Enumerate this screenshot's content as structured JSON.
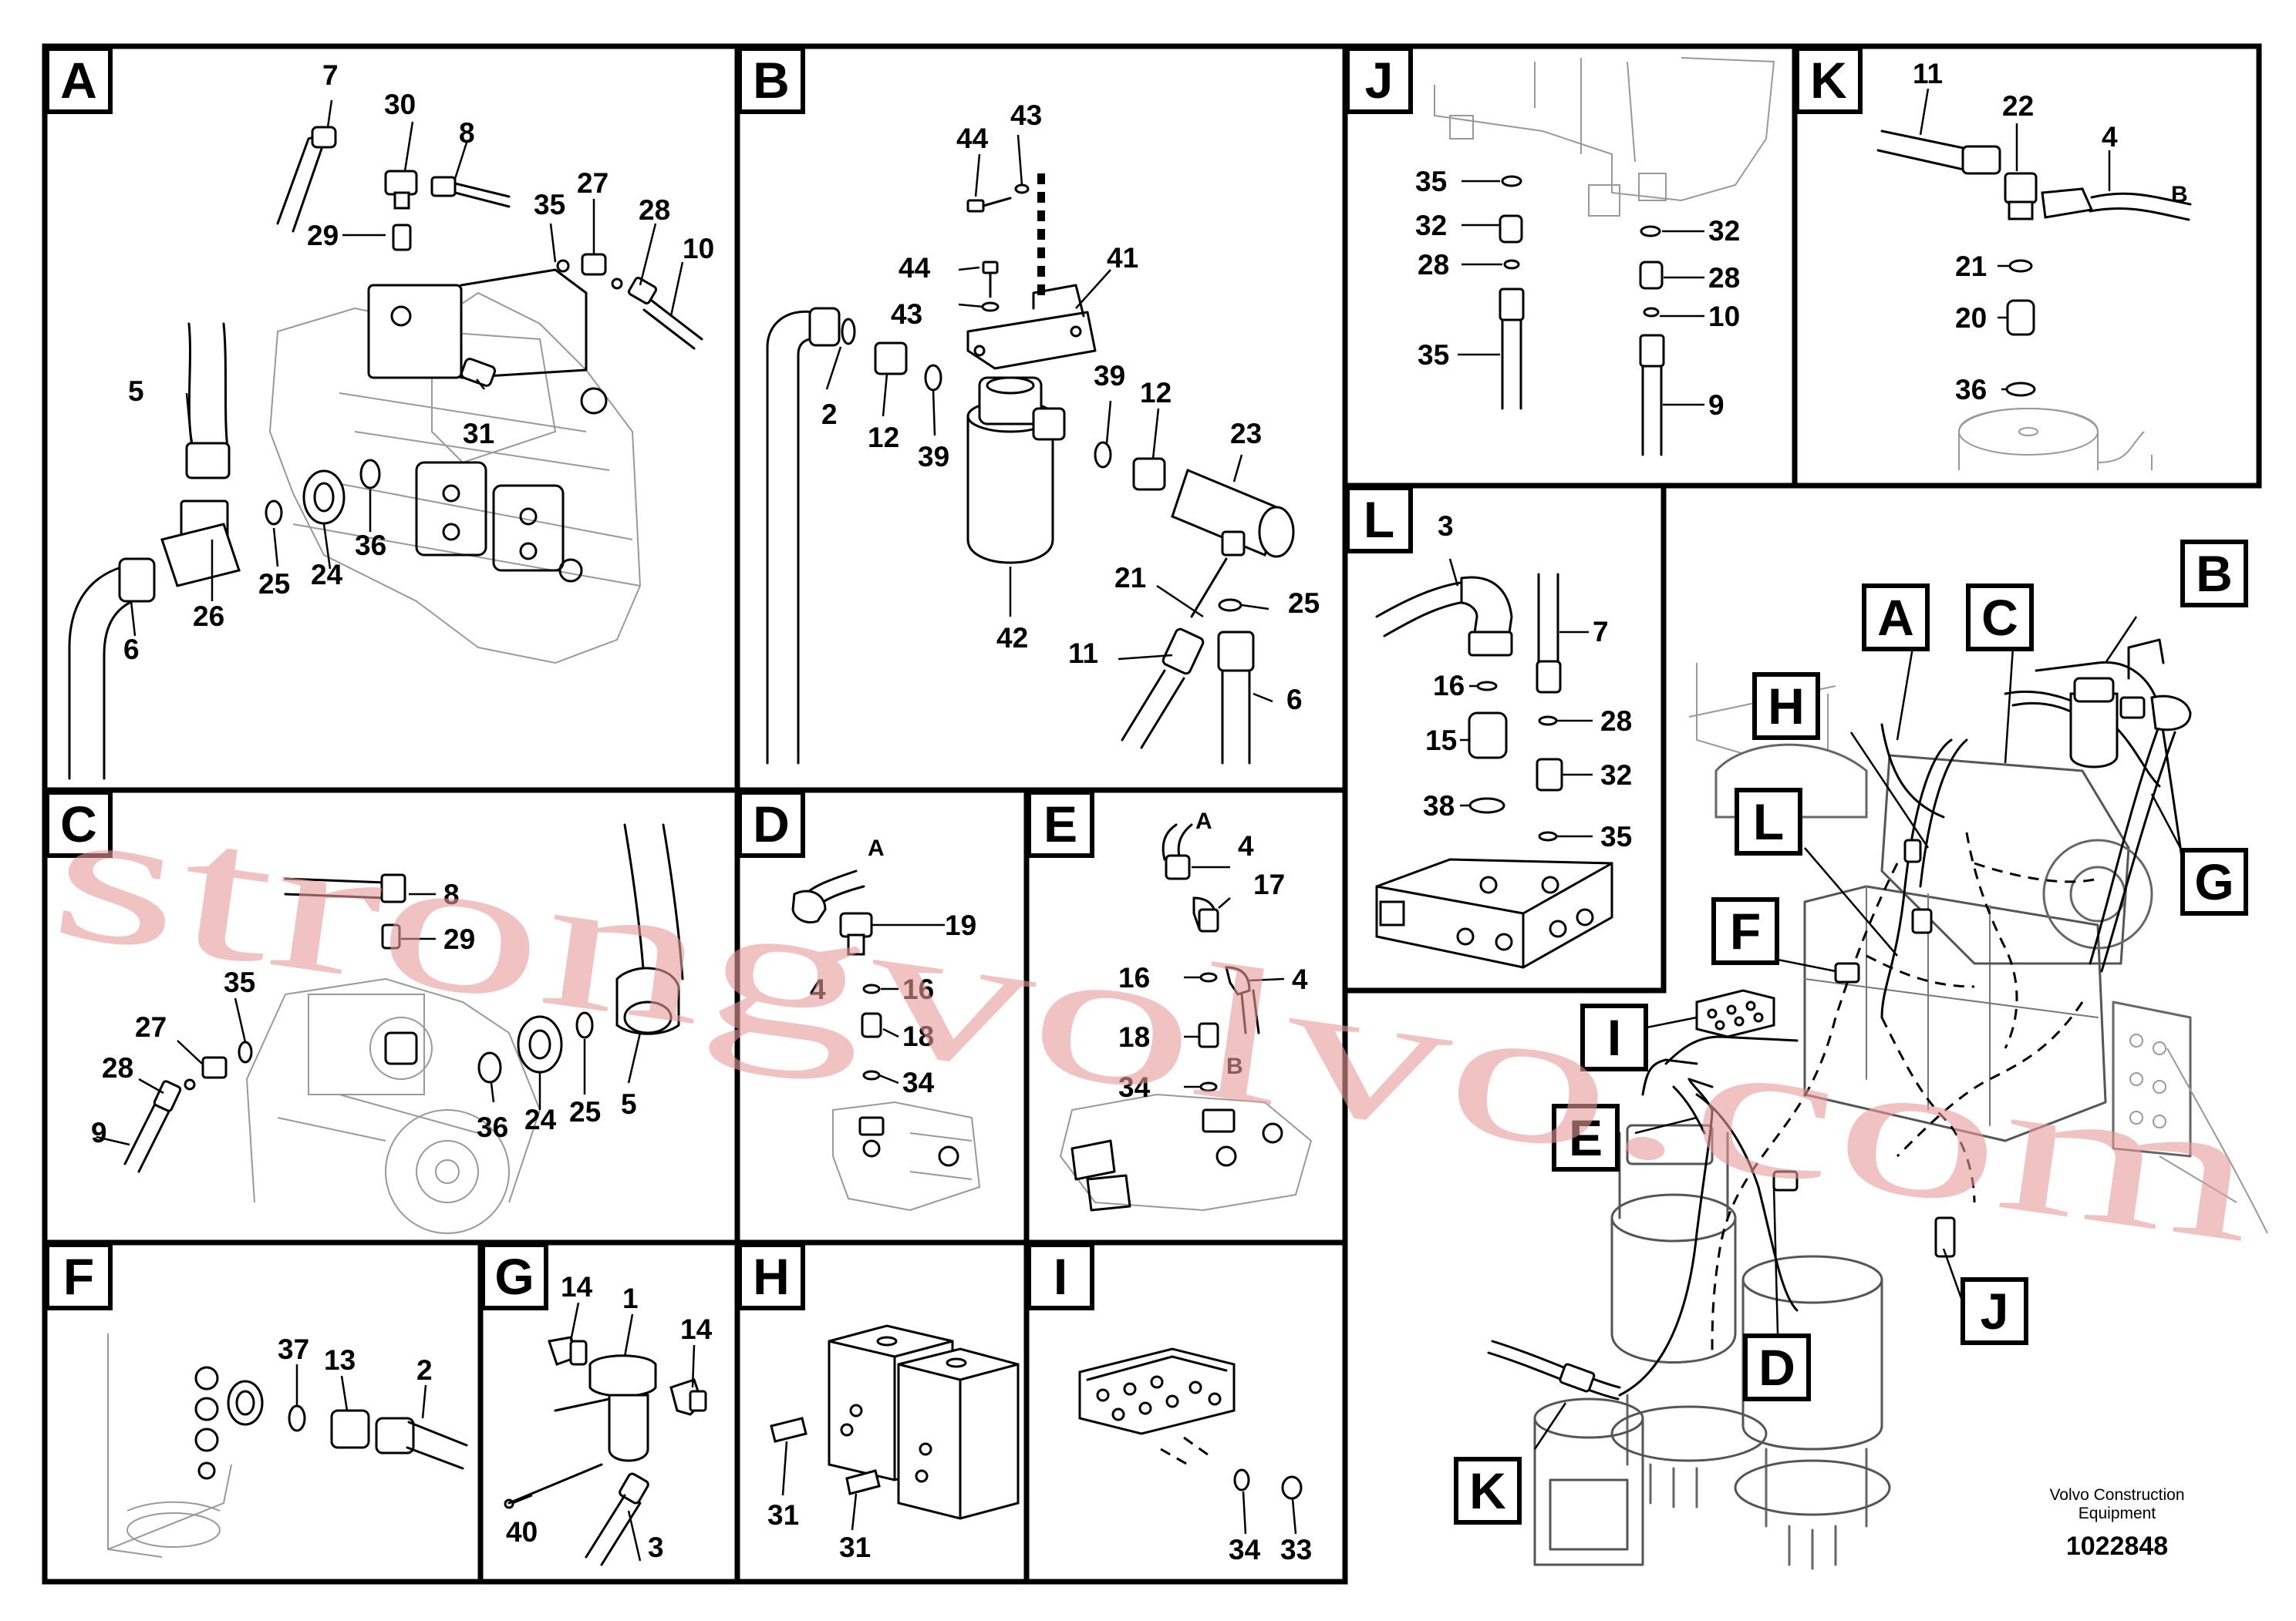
{
  "panels": [
    {
      "letter": "A",
      "labels": [
        "7",
        "30",
        "8",
        "35",
        "27",
        "29",
        "28",
        "10",
        "5",
        "31",
        "25",
        "24",
        "36",
        "26",
        "6"
      ]
    },
    {
      "letter": "B",
      "labels": [
        "43",
        "44",
        "41",
        "44",
        "43",
        "2",
        "12",
        "39",
        "39",
        "12",
        "23",
        "21",
        "25",
        "11",
        "6",
        "42"
      ]
    },
    {
      "letter": "J",
      "labels": [
        "35",
        "32",
        "28",
        "35",
        "32",
        "28",
        "10",
        "9"
      ]
    },
    {
      "letter": "K",
      "labels": [
        "11",
        "22",
        "4",
        "B",
        "21",
        "20",
        "36"
      ]
    },
    {
      "letter": "L",
      "labels": [
        "3",
        "7",
        "16",
        "28",
        "15",
        "32",
        "38",
        "35"
      ]
    },
    {
      "letter": "C",
      "labels": [
        "8",
        "29",
        "35",
        "27",
        "28",
        "9",
        "36",
        "24",
        "25",
        "5"
      ]
    },
    {
      "letter": "D",
      "labels": [
        "A",
        "19",
        "4",
        "16",
        "18",
        "34"
      ]
    },
    {
      "letter": "E",
      "labels": [
        "A",
        "4",
        "17",
        "16",
        "4",
        "18",
        "B",
        "34"
      ]
    },
    {
      "letter": "F",
      "labels": [
        "37",
        "13",
        "2"
      ]
    },
    {
      "letter": "G",
      "labels": [
        "14",
        "1",
        "14",
        "40",
        "3"
      ]
    },
    {
      "letter": "H",
      "labels": [
        "31",
        "31"
      ]
    },
    {
      "letter": "I",
      "labels": [
        "34",
        "33"
      ]
    }
  ],
  "overview_callouts": [
    "A",
    "B",
    "C",
    "H",
    "L",
    "F",
    "G",
    "I",
    "E",
    "J",
    "D",
    "K"
  ],
  "watermark": "strongvolvo.com",
  "maker": {
    "line1": "Volvo Construction",
    "line2": "Equipment"
  },
  "drawing_number": "1022848",
  "colors": {
    "ink": "#000000",
    "watermark": "#e89a9a",
    "paper": "#ffffff"
  }
}
